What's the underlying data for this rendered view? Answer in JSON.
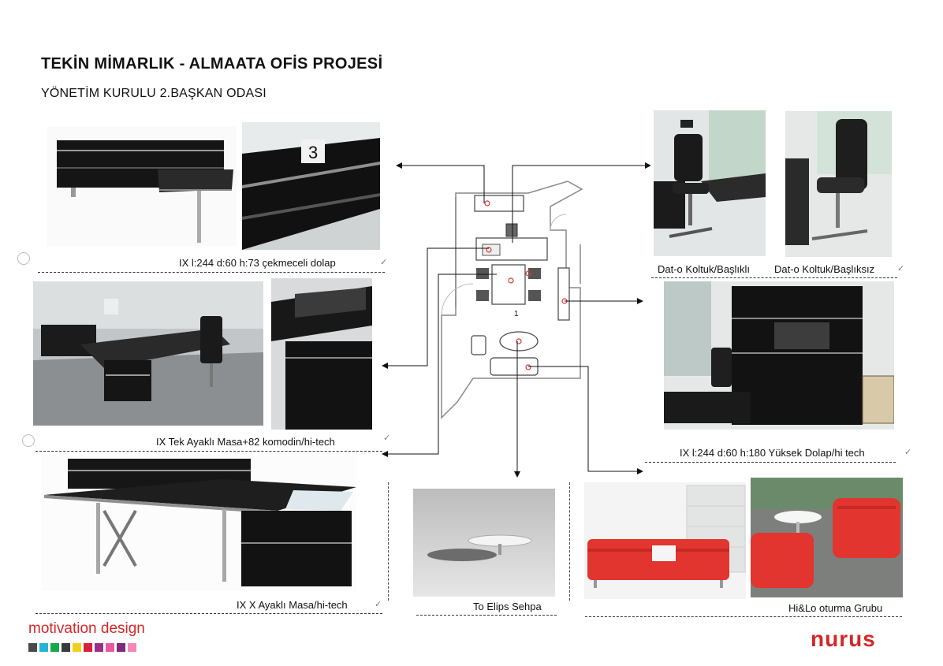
{
  "header": {
    "title": "TEKİN MİMARLIK - ALMAATA OFİS PROJESİ",
    "subtitle": "YÖNETİM KURULU 2.BAŞKAN ODASI"
  },
  "captions": {
    "dolap": "IX l:244 d:60 h:73 çekmeceli dolap",
    "tek_ayakli": "IX  Tek Ayaklı Masa+82 komodin/hi-tech",
    "x_ayakli": "IX X Ayaklı Masa/hi-tech",
    "koltuk_baslikli": "Dat-o Koltuk/Başlıklı",
    "koltuk_basliksiz": "Dat-o Koltuk/Başlıksız",
    "yuksek_dolap": "IX l:244 d:60 h:180 Yüksek Dolap/hi tech",
    "elips": "To Elips Sehpa",
    "hilo": "Hi&Lo oturma Grubu"
  },
  "plan": {
    "marker": "1"
  },
  "footer": {
    "brand_left": "motivation design",
    "brand_right": "nurus",
    "swatch_colors": [
      "#4a4a4a",
      "#27b4d6",
      "#18a84a",
      "#3a3a3a",
      "#f1d21a",
      "#d8203a",
      "#9a2f88",
      "#e85aa0",
      "#7f2a7a",
      "#f28ab3"
    ]
  },
  "colors": {
    "accent": "#d42828",
    "furniture": "#1a1a1a",
    "sofa": "#e2352f"
  }
}
